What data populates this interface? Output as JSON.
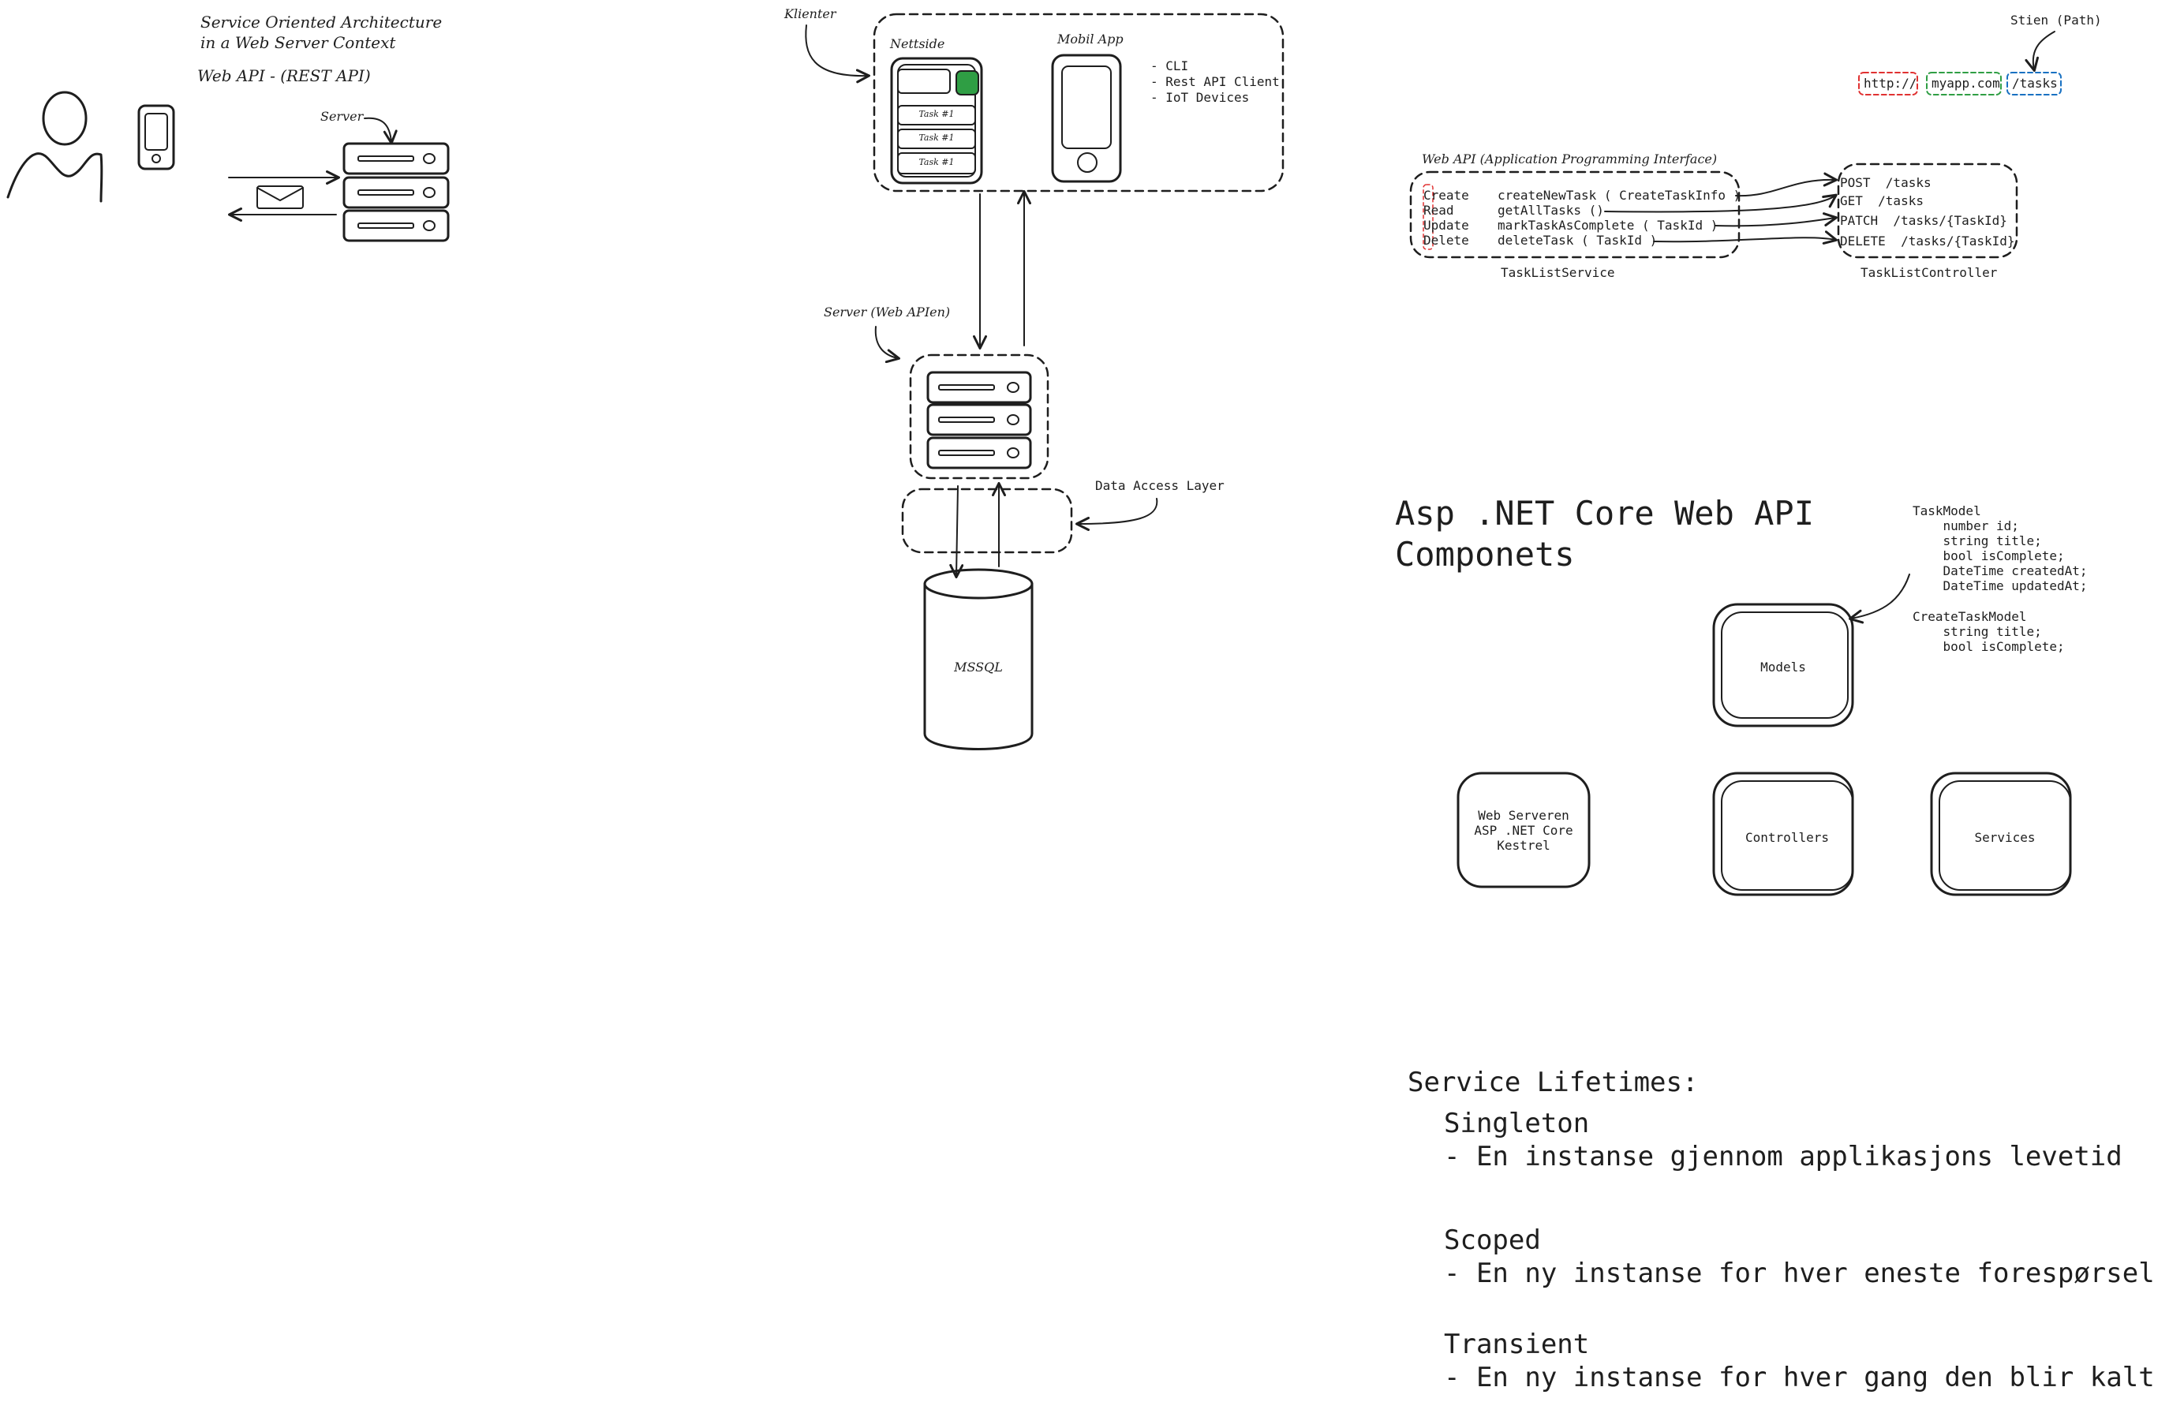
{
  "soa": {
    "title_line1": "Service Oriented Architecture",
    "title_line2": "in a Web Server Context",
    "subtitle": "Web API - (REST API)",
    "server_label": "Server"
  },
  "clients": {
    "klienter": "Klienter",
    "nettside": "Nettside",
    "mobil_app": "Mobil App",
    "task_items": [
      "Task #1",
      "Task #1",
      "Task #1"
    ],
    "client_types": [
      "- CLI",
      "- Rest API Client",
      "- IoT Devices"
    ],
    "server_web_api": "Server (Web APIen)",
    "data_access_layer": "Data Access Layer",
    "database": "MSSQL"
  },
  "url": {
    "path_label": "Stien (Path)",
    "parts": [
      "http://",
      "myapp.com",
      "/tasks"
    ],
    "part_colors": [
      "#e03131",
      "#2f9e44",
      "#1971c2"
    ]
  },
  "web_api": {
    "title": "Web API (Application Programming Interface)",
    "crud": [
      "Create",
      "Read",
      "Update",
      "Delete"
    ],
    "service_methods": [
      "createNewTask ( CreateTaskInfo )",
      "getAllTasks ()",
      "markTaskAsComplete ( TaskId )",
      "deleteTask ( TaskId )"
    ],
    "endpoints": [
      "POST  /tasks",
      "GET  /tasks",
      "PATCH  /tasks/{TaskId}",
      "DELETE  /tasks/{TaskId}"
    ],
    "service_name": "TaskListService",
    "controller_name": "TaskListController"
  },
  "aspnet": {
    "title_line1": "Asp .NET Core Web API",
    "title_line2": "Componets",
    "task_model": [
      "TaskModel",
      "    number id;",
      "    string title;",
      "    bool isComplete;",
      "    DateTime createdAt;",
      "    DateTime updatedAt;"
    ],
    "create_task_model": [
      "CreateTaskModel",
      "    string title;",
      "    bool isComplete;"
    ],
    "models": "Models",
    "web_server": [
      "Web Serveren",
      "ASP .NET Core",
      "Kestrel"
    ],
    "controllers": "Controllers",
    "services": "Services"
  },
  "lifetimes": {
    "title": "Service Lifetimes:",
    "items": [
      {
        "name": "Singleton",
        "desc": "- En instanse gjennom applikasjons levetid"
      },
      {
        "name": "Scoped",
        "desc": "- En ny instanse for hver eneste forespørsel"
      },
      {
        "name": "Transient",
        "desc": "- En ny instanse for hver gang den blir kalt"
      }
    ]
  },
  "colors": {
    "stroke": "#1e1e1e",
    "green_button": "#2f9e44"
  }
}
